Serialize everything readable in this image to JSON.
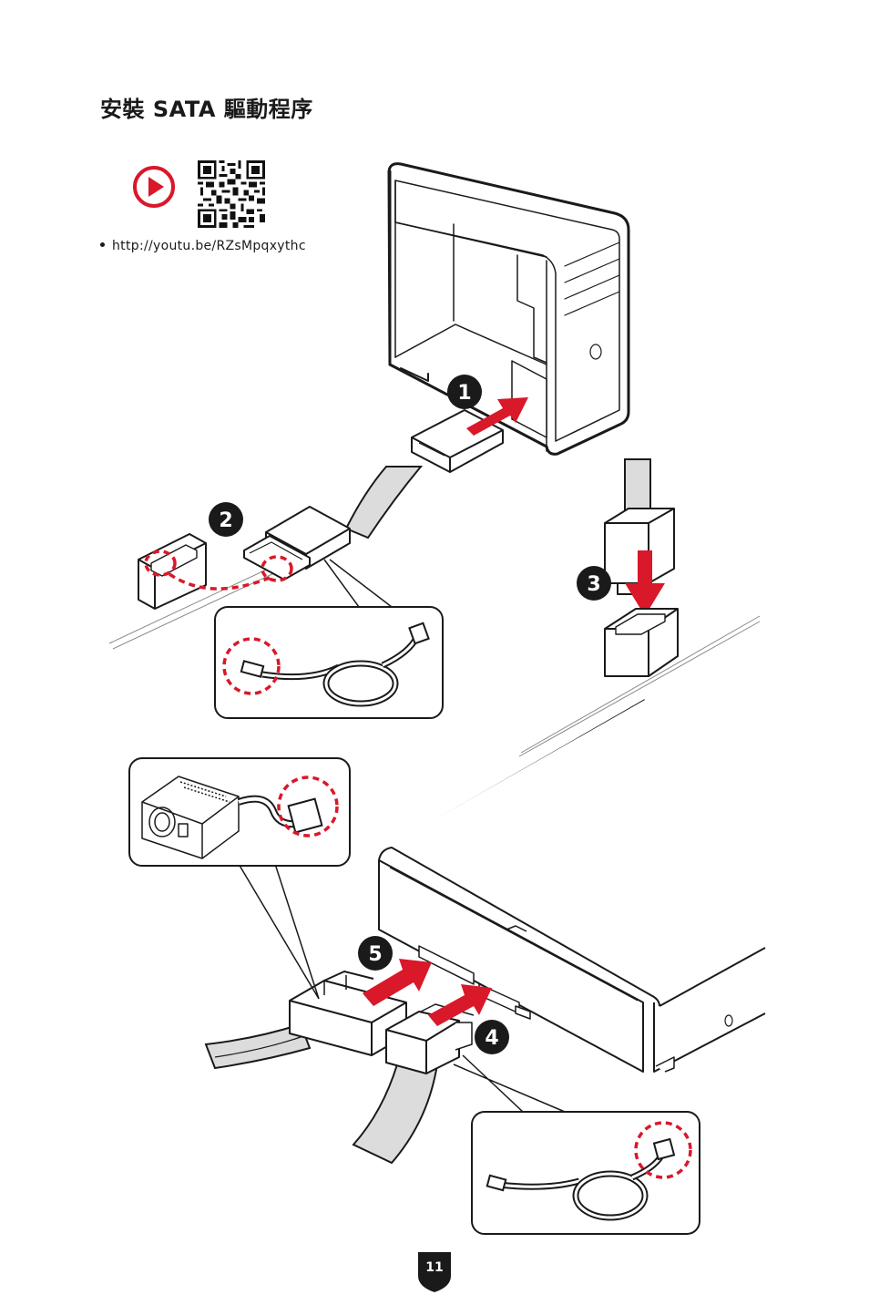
{
  "header": {
    "title": "安裝 SATA 驅動程序"
  },
  "video": {
    "url_text": "http://youtu.be/RZsMpqxythc",
    "play_icon": "play-circle-icon",
    "qr_icon": "qr-code-icon"
  },
  "steps": [
    {
      "number": "1"
    },
    {
      "number": "2"
    },
    {
      "number": "3"
    },
    {
      "number": "4"
    },
    {
      "number": "5"
    }
  ],
  "footer": {
    "page_number": "11"
  },
  "colors": {
    "accent": "#d9182a",
    "ink": "#1a1a1a",
    "panel_fill": "#ffffff",
    "cable_fill": "#dcdcdc"
  }
}
